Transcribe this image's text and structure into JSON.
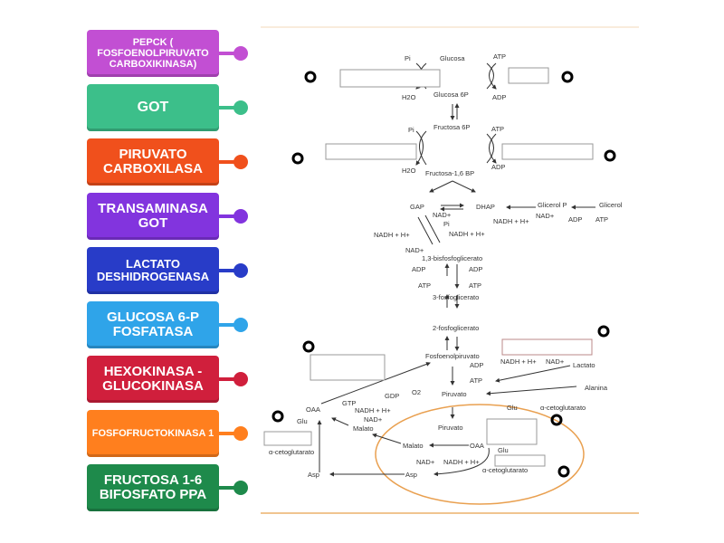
{
  "items": [
    {
      "label": "PEPCK ( FOSFOENOLPIRUVATO CARBOXIKINASA)",
      "color": "#c24fd3",
      "size": "11px"
    },
    {
      "label": "GOT",
      "color": "#3cbf8a",
      "size": "16px"
    },
    {
      "label": "PIRUVATO CARBOXILASA",
      "color": "#f0501c",
      "size": "15px"
    },
    {
      "label": "TRANSAMINASA GOT",
      "color": "#8234de",
      "size": "15px"
    },
    {
      "label": "LACTATO DESHIDROGENASA",
      "color": "#283cc8",
      "size": "13px"
    },
    {
      "label": "GLUCOSA 6-P FOSFATASA",
      "color": "#2fa4e9",
      "size": "15px"
    },
    {
      "label": "HEXOKINASA - GLUCOKINASA",
      "color": "#d01f3c",
      "size": "15px"
    },
    {
      "label": "FOSFOFRUCTOKINASA 1",
      "color": "#ff7f1e",
      "size": "11px"
    },
    {
      "label": "FRUCTOSA 1-6 BIFOSFATO PPA",
      "color": "#1e8a4b",
      "size": "15px"
    }
  ],
  "diagram": {
    "labels": [
      "Pi",
      "Glucosa",
      "ATP",
      "H2O",
      "Glucosa 6P",
      "ADP",
      "Fructosa 6P",
      "Pi",
      "ATP",
      "H2O",
      "Fructosa-1,6 BP",
      "ADP",
      "GAP",
      "DHAP",
      "Glicerol P",
      "Glicerol",
      "NAD+",
      "Pi",
      "NADH + H+",
      "NAD+",
      "ADP",
      "ATP",
      "NADH + H+",
      "NADH + H+",
      "NAD+",
      "1,3-bisfosfoglicerato",
      "ADP",
      "ADP",
      "ATP",
      "ATP",
      "3-fosfoglicerato",
      "2-fosfoglicerato",
      "Fosfoenolpiruvato",
      "ADP",
      "ATP",
      "NADH + H+",
      "NAD+",
      "Lactato",
      "Piruvato",
      "Alanina",
      "Glu",
      "α-cetoglutarato",
      "O2",
      "GDP",
      "GTP",
      "OAA",
      "NADH + H+",
      "NAD+",
      "Malato",
      "Glu",
      "α-cetoglutarato",
      "Asp",
      "Piruvato",
      "OAA",
      "Malato",
      "NAD+",
      "NADH + H+",
      "Glu",
      "α-cetoglutarato",
      "Asp"
    ]
  }
}
